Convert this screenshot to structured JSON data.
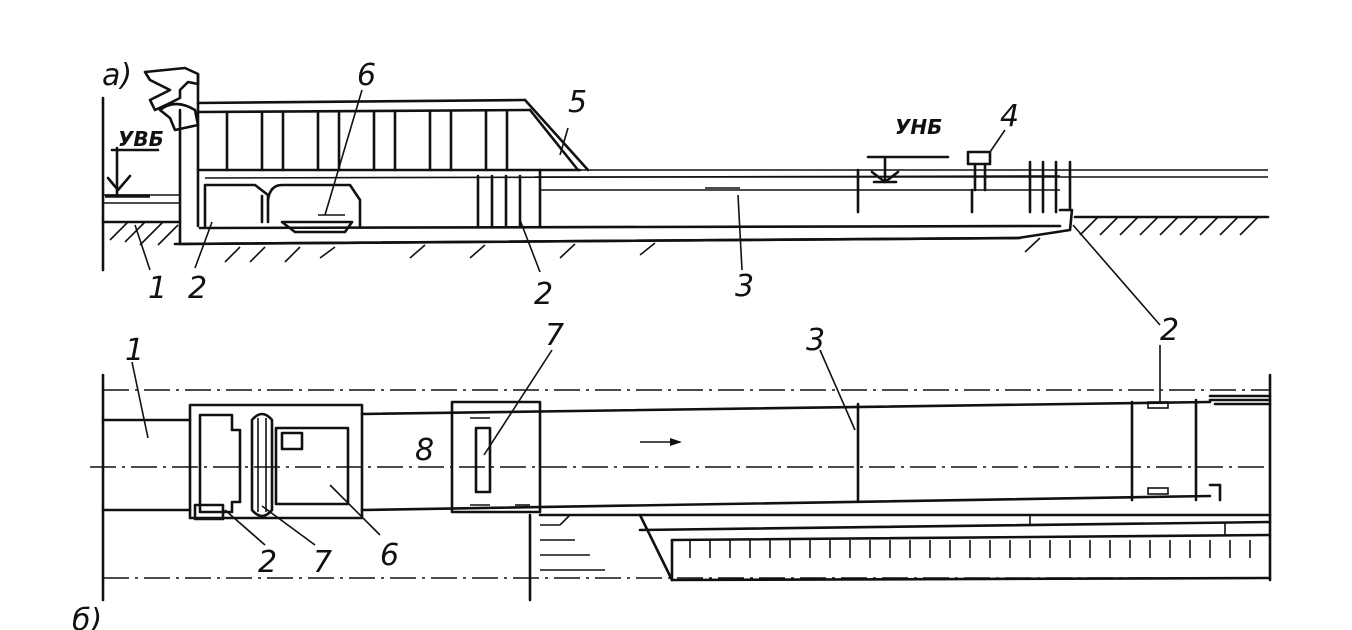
{
  "view_a": {
    "caption": "а)",
    "upstream_level": "УВБ",
    "downstream_level": "УНБ",
    "callouts": [
      "1",
      "2",
      "6",
      "5",
      "2",
      "3",
      "4",
      "2"
    ]
  },
  "view_b": {
    "caption": "б)",
    "callouts": [
      "1",
      "7",
      "8",
      "3",
      "2",
      "7",
      "6"
    ]
  }
}
